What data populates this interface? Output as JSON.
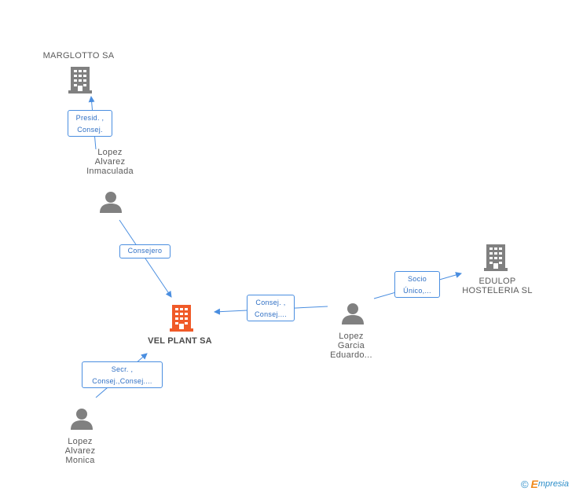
{
  "colors": {
    "building_gray": "#808080",
    "building_focus": "#f05a28",
    "person_gray": "#808080",
    "edge": "#4a8ee0",
    "relation_text": "#2f6fc4"
  },
  "companies": {
    "marglotto": {
      "name": "MARGLOTTO SA",
      "icon": "building-icon"
    },
    "vel_plant": {
      "name": "VEL PLANT SA",
      "icon": "building-icon"
    },
    "edulop": {
      "name": "EDULOP\nHOSTELERIA  SL",
      "icon": "building-icon"
    }
  },
  "people": {
    "inmaculada": {
      "name": "Lopez\nAlvarez\nInmaculada",
      "icon": "person-icon"
    },
    "eduardo": {
      "name": "Lopez\nGarcia\nEduardo...",
      "icon": "person-icon"
    },
    "monica": {
      "name": "Lopez\nAlvarez\nMonica",
      "icon": "person-icon"
    }
  },
  "relations": {
    "presid": "Presid. ,\nConsej.",
    "consejero": "Consejero",
    "consej_eduardo": "Consej. ,\nConsej....",
    "socio": "Socio\nÚnico,...",
    "secr": "Secr. ,\nConsej.,Consej...."
  },
  "footer": {
    "copyright": "©",
    "brand_initial": "E",
    "brand_rest": "mpresia"
  }
}
